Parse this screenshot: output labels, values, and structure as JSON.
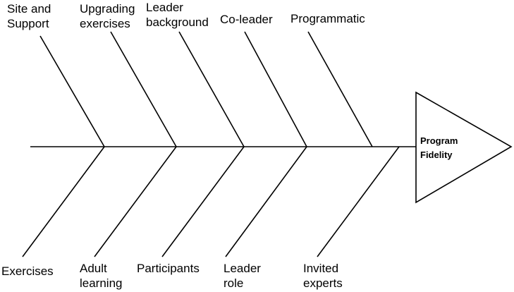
{
  "diagram": {
    "head": "Program\nFidelity",
    "top_causes": [
      "Site and\nSupport",
      "Upgrading\nexercises",
      "Leader\nbackground",
      "Co-leader",
      "Programmatic"
    ],
    "bottom_causes": [
      "Exercises",
      "Adult\nlearning",
      "Participants",
      "Leader\nrole",
      "Invited\nexperts"
    ]
  }
}
